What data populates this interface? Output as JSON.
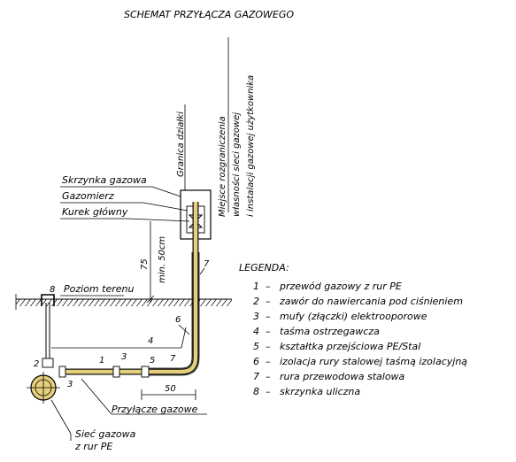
{
  "title": "SCHEMAT PRZYŁĄCZA GAZOWEGO",
  "labels": {
    "box": "Skrzynka gazowa",
    "meter": "Gazomierz",
    "valve": "Kurek główny",
    "boundary": "Granica działki",
    "demarcation_1": "Miejsce rozgraniczenia",
    "demarcation_2": "własności sieci gazowej",
    "demarcation_3": "i instalacji gazowej użytkownika",
    "ground": "Poziom terenu",
    "connection": "Przyłącze gazowe",
    "network_1": "Sieć gazowa",
    "network_2": "z rur PE"
  },
  "dimensions": {
    "height_75": "75",
    "min_50": "min. 50cm",
    "length_50": "50"
  },
  "markers": [
    "1",
    "2",
    "3",
    "4",
    "5",
    "6",
    "7",
    "8"
  ],
  "legend": {
    "title": "LEGENDA:",
    "items": [
      {
        "num": "1",
        "text": "przewód gazowy z rur PE"
      },
      {
        "num": "2",
        "text": "zawór do nawiercania pod ciśnieniem"
      },
      {
        "num": "3",
        "text": "mufy (złączki) elektrooporowe"
      },
      {
        "num": "4",
        "text": "taśma ostrzegawcza"
      },
      {
        "num": "5",
        "text": "kształtka przejściowa PE/Stal"
      },
      {
        "num": "6",
        "text": "izolacja rury stalowej taśmą izolacyjną"
      },
      {
        "num": "7",
        "text": "rura przewodowa stalowa"
      },
      {
        "num": "8",
        "text": "skrzynka uliczna"
      }
    ]
  },
  "colors": {
    "pipe": "#e6cf7a",
    "line": "#000000"
  }
}
